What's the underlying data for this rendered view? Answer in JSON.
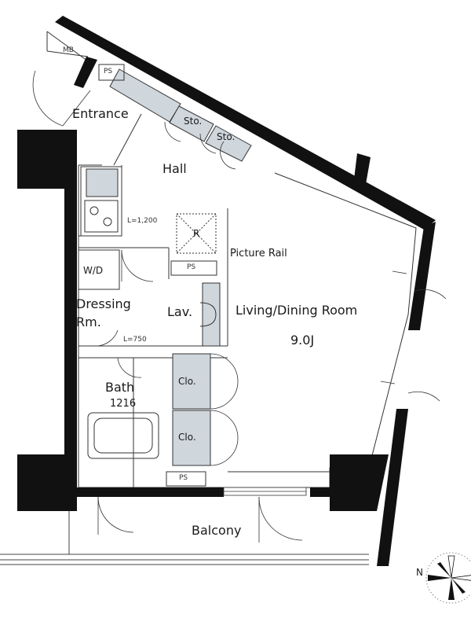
{
  "plan": {
    "rooms": {
      "entrance": "Entrance",
      "hall": "Hall",
      "living": "Living/Dining Room",
      "living_area": "9.0J",
      "dressing_line1": "Dressing",
      "dressing_line2": "Rm.",
      "bath": "Bath",
      "bath_size": "1216",
      "balcony": "Balcony"
    },
    "fixtures": {
      "mb": "MB",
      "ps": "PS",
      "storage": "Sto.",
      "refrigerator": "R",
      "washer": "W/D",
      "lavatory": "Lav.",
      "closet": "Clo.",
      "picture_rail": "Picture Rail",
      "kitchen_length": "L=1,200",
      "counter_length": "L=750"
    },
    "compass": {
      "north": "N"
    },
    "colors": {
      "wall": "#111111",
      "storage_fill": "#cfd6dc"
    }
  }
}
